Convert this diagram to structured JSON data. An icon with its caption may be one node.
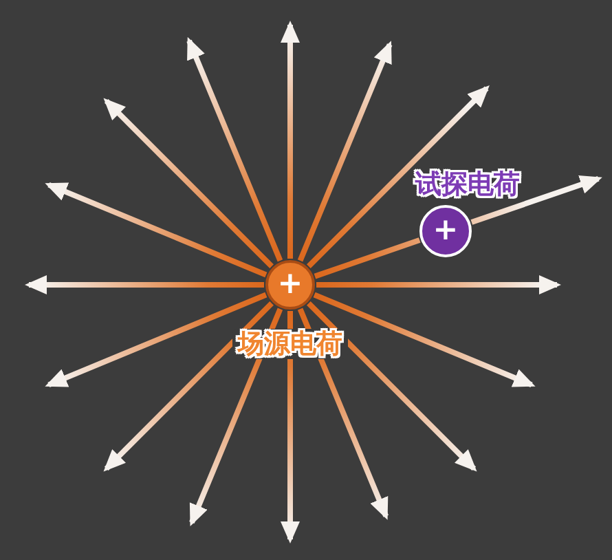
{
  "diagram": {
    "nodes": [
      {
        "text": [
          "+"
        ],
        "beside": [
          "场源电荷"
        ]
      },
      {
        "text": [
          "+"
        ],
        "beside": [
          "试探电荷"
        ]
      }
    ],
    "edges": [
      {
        "from": 0,
        "to": null,
        "arrow": "to"
      },
      {
        "from": 0,
        "to": null,
        "arrow": "to"
      },
      {
        "from": 0,
        "to": null,
        "arrow": "to"
      },
      {
        "from": 0,
        "to": 1,
        "arrow": "none"
      },
      {
        "from": 1,
        "to": null,
        "arrow": "to"
      },
      {
        "from": 0,
        "to": null,
        "arrow": "to"
      },
      {
        "from": 0,
        "to": null,
        "arrow": "to"
      },
      {
        "from": 0,
        "to": null,
        "arrow": "to"
      },
      {
        "from": 0,
        "to": null,
        "arrow": "to"
      },
      {
        "from": 0,
        "to": null,
        "arrow": "to"
      },
      {
        "from": 0,
        "to": null,
        "arrow": "to"
      },
      {
        "from": 0,
        "to": null,
        "arrow": "to"
      },
      {
        "from": 0,
        "to": null,
        "arrow": "to"
      },
      {
        "from": 0,
        "to": null,
        "arrow": "to"
      },
      {
        "from": 0,
        "to": null,
        "arrow": "to"
      },
      {
        "from": 0,
        "to": null,
        "arrow": "to"
      },
      {
        "from": 0,
        "to": null,
        "arrow": "to"
      }
    ]
  }
}
